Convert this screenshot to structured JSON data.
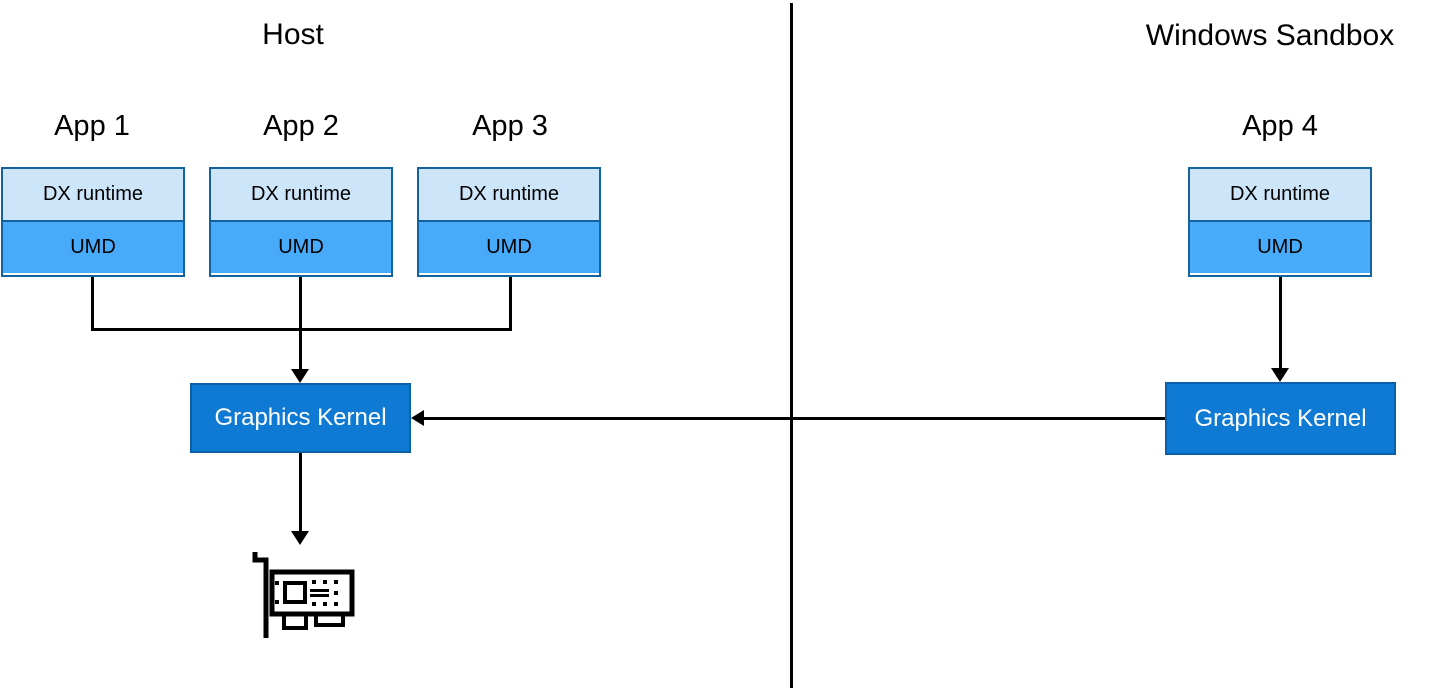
{
  "host": {
    "title": "Host",
    "apps": [
      {
        "label": "App 1",
        "dx": "DX runtime",
        "umd": "UMD"
      },
      {
        "label": "App 2",
        "dx": "DX runtime",
        "umd": "UMD"
      },
      {
        "label": "App 3",
        "dx": "DX runtime",
        "umd": "UMD"
      }
    ],
    "kernel": "Graphics Kernel",
    "gpu_icon": "gpu-card-icon"
  },
  "sandbox": {
    "title": "Windows Sandbox",
    "apps": [
      {
        "label": "App 4",
        "dx": "DX runtime",
        "umd": "UMD"
      }
    ],
    "kernel": "Graphics Kernel"
  },
  "colors": {
    "dx_runtime_fill": "#cde5f9",
    "umd_fill": "#47abf9",
    "box_border": "#15639e",
    "kernel_fill": "#0e7ad3",
    "kernel_border": "#0a60a9",
    "line": "#000000",
    "background": "#ffffff"
  }
}
